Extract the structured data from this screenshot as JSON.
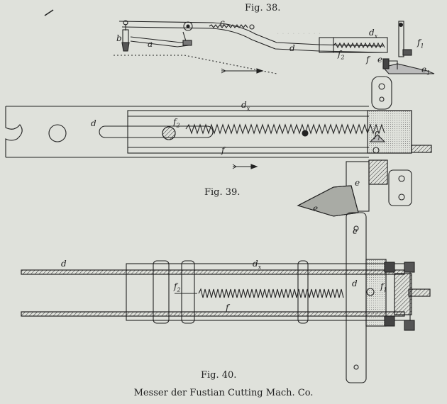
{
  "figures": {
    "fig38": {
      "title": "Fig. 38."
    },
    "fig39": {
      "title": "Fig. 39."
    },
    "fig40": {
      "title": "Fig. 40."
    }
  },
  "caption": "Messer der Fustian Cutting Mach. Co.",
  "labels": {
    "fig38": {
      "b": "b",
      "a": "a",
      "c": "c",
      "d": "d",
      "dx": "d",
      "dx_sub": "x",
      "f1": "f",
      "f1_sub": "1",
      "f2": "f",
      "f2_sub": "2",
      "f": "f",
      "e": "e",
      "e1": "e",
      "e1_sub": "1"
    },
    "fig39": {
      "d": "d",
      "dx": "d",
      "dx_sub": "x",
      "f2": "f",
      "f2_sub": "2",
      "f": "f",
      "f1": "f",
      "f1_sub": "1",
      "e_upper": "e",
      "e_blade": "e",
      "e_lower": "e"
    },
    "fig40": {
      "d": "d",
      "dx": "d",
      "dx_sub": "x",
      "f2": "f",
      "f2_sub": "2",
      "f": "f",
      "d_right": "d",
      "f1": "f",
      "f1_sub": "1"
    }
  }
}
